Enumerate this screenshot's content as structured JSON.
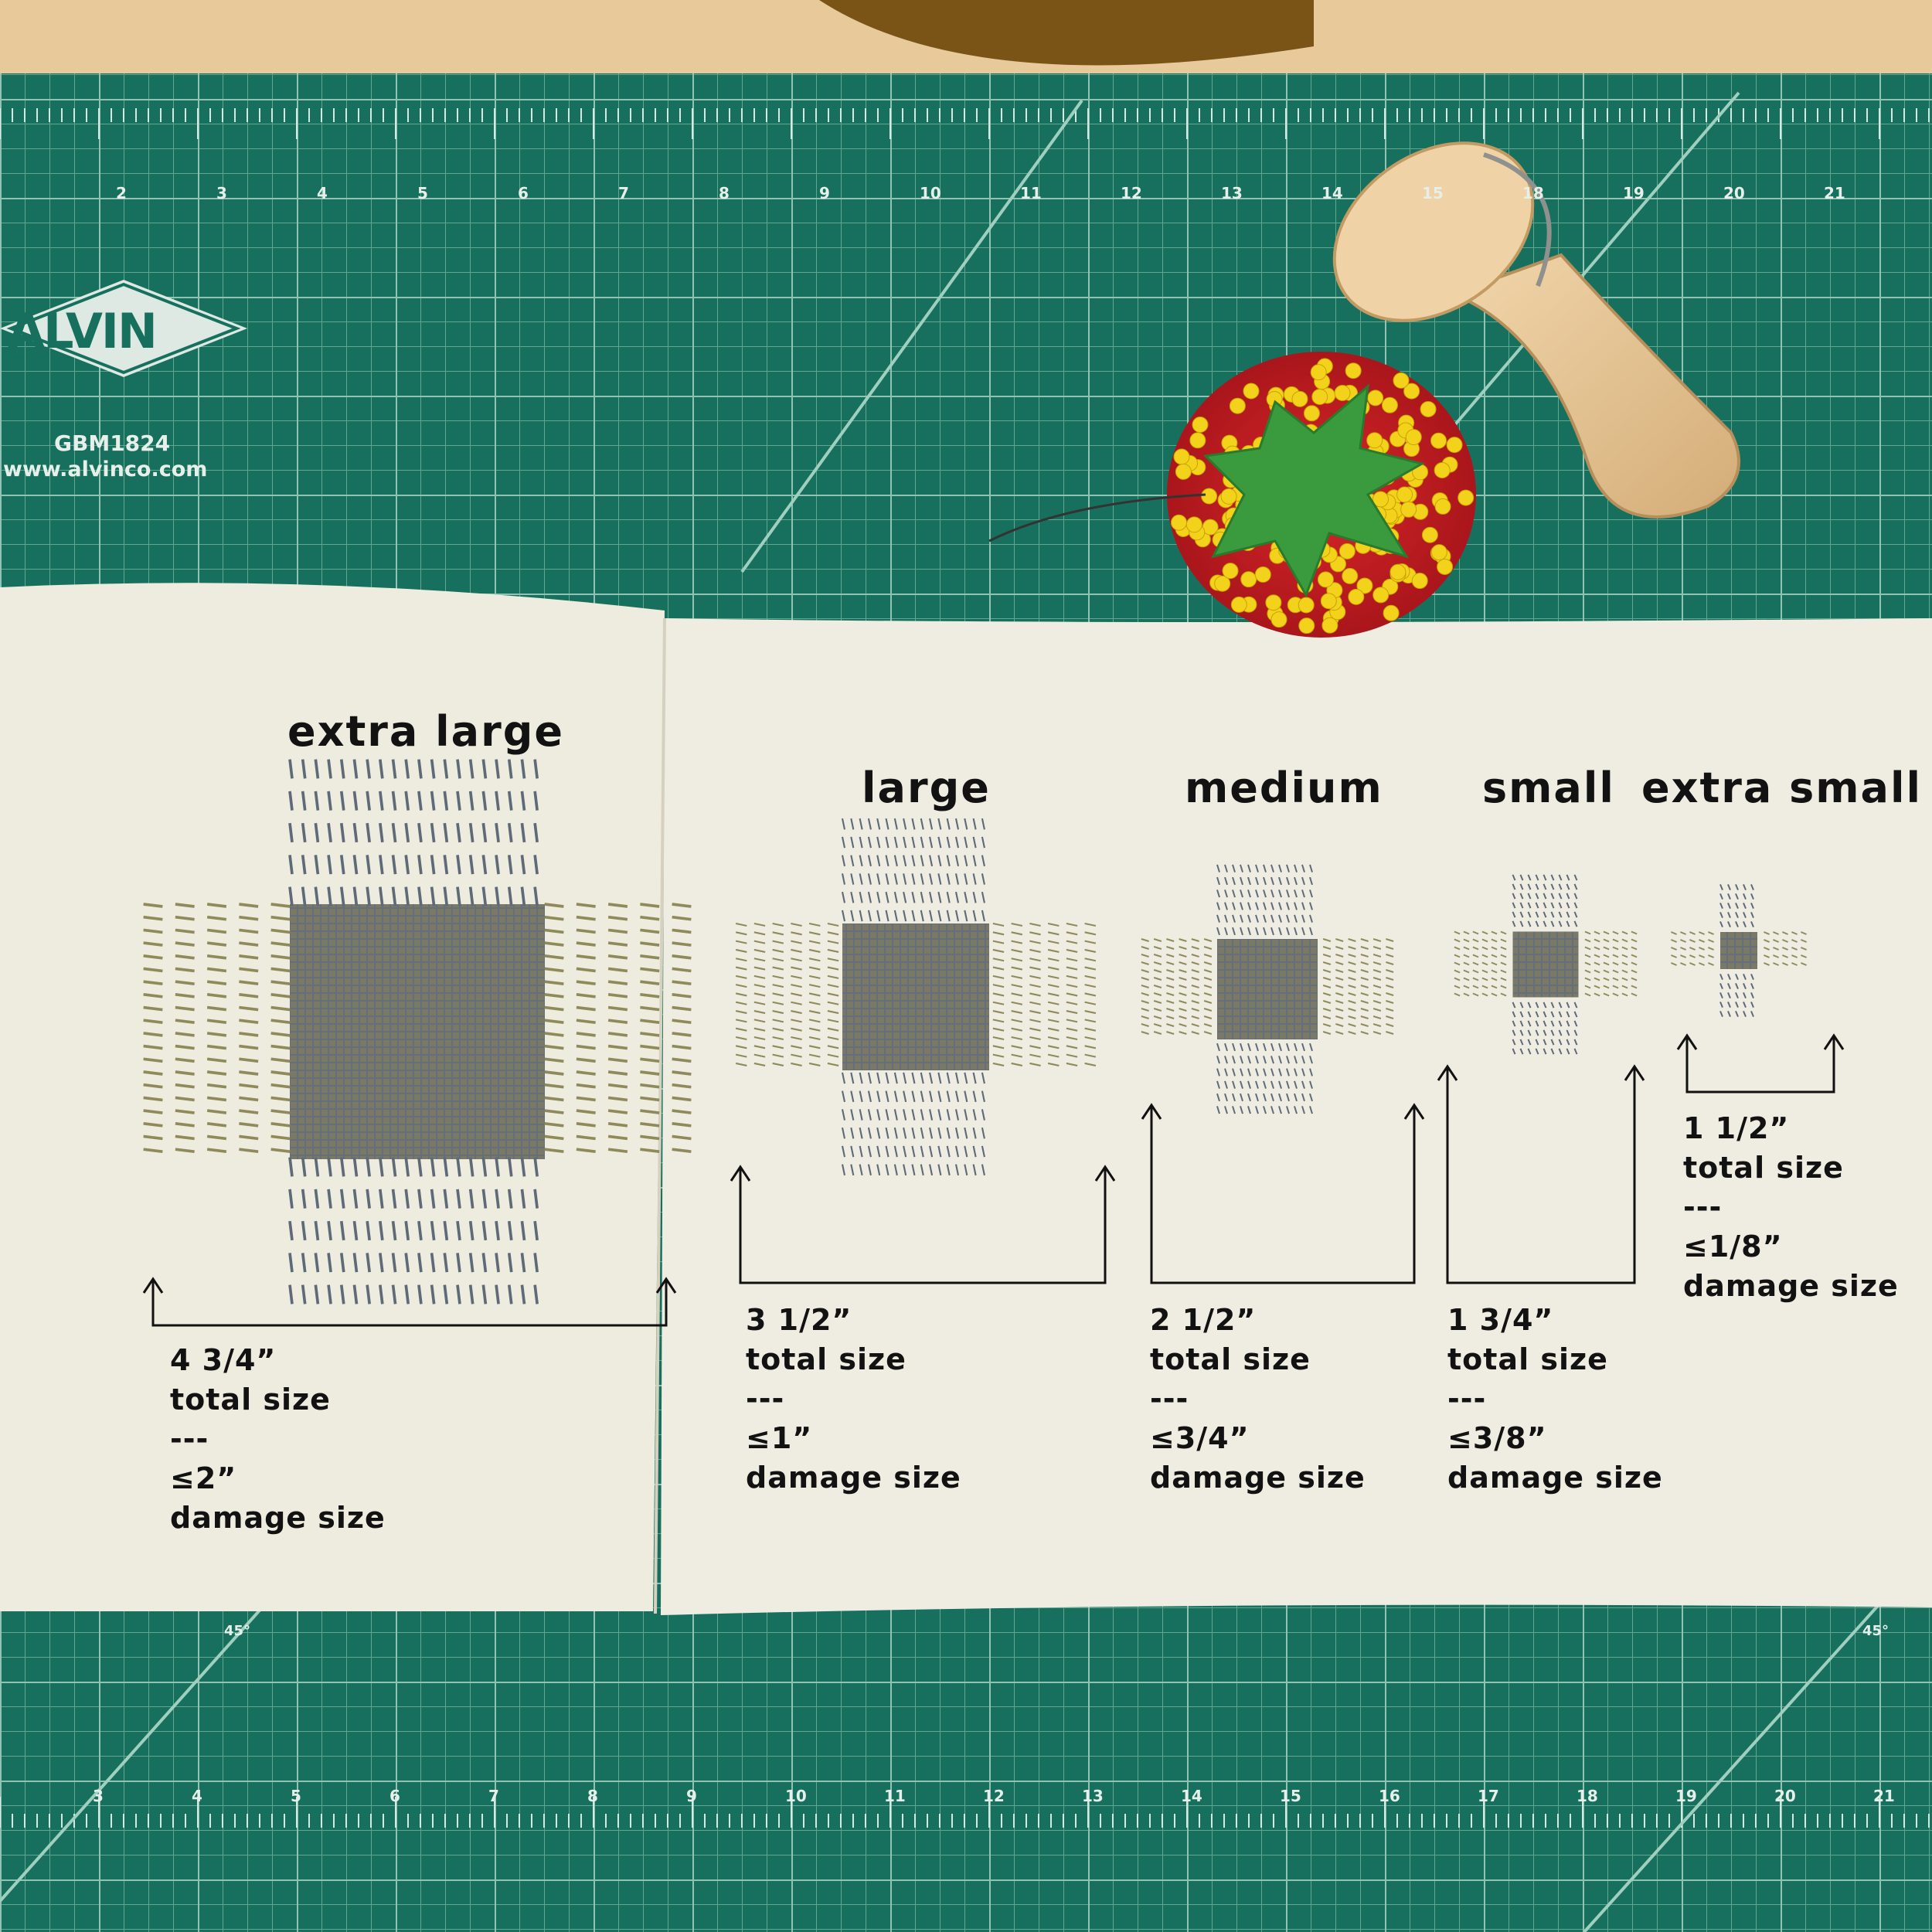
{
  "mat": {
    "brand": "ALVIN",
    "model": "GBM1824",
    "website": "www.alvinco.com",
    "top_ruler_numbers": [
      "2",
      "3",
      "4",
      "5",
      "6",
      "7",
      "8",
      "9",
      "10",
      "11",
      "12",
      "13",
      "14",
      "15",
      "18",
      "19",
      "20",
      "21"
    ],
    "bottom_ruler_numbers": [
      "3",
      "4",
      "5",
      "6",
      "7",
      "8",
      "9",
      "10",
      "11",
      "12",
      "13",
      "14",
      "15",
      "16",
      "17",
      "18",
      "19",
      "20",
      "21"
    ],
    "angle_mark": "45°",
    "colors": {
      "mat": "#17705e",
      "grid": "#7fb6a3",
      "table": "#e8c99a"
    }
  },
  "objects": {
    "pincushion": "tomato-pincushion-icon",
    "darning_mushroom": "darning-mushroom-icon"
  },
  "samples": [
    {
      "title": "extra large",
      "total": "4 3/4”",
      "total_label": "total size",
      "sep": "---",
      "damage": "≤2”",
      "damage_label": "damage size"
    },
    {
      "title": "large",
      "total": "3 1/2”",
      "total_label": "total size",
      "sep": "---",
      "damage": "≤1”",
      "damage_label": "damage size"
    },
    {
      "title": "medium",
      "total": "2 1/2”",
      "total_label": "total size",
      "sep": "---",
      "damage": "≤3/4”",
      "damage_label": "damage size"
    },
    {
      "title": "small",
      "total": "1 3/4”",
      "total_label": "total size",
      "sep": "---",
      "damage": "≤3/8”",
      "damage_label": "damage size"
    },
    {
      "title": "extra small",
      "total": "1 1/2”",
      "total_label": "total size",
      "sep": "---",
      "damage": "≤1/8”",
      "damage_label": "damage size"
    }
  ],
  "colors": {
    "fabric": "#efece0",
    "woven_patch": "#787664",
    "stitch_gray": "#5f6a78",
    "stitch_olive": "#8f8a5a",
    "ink": "#121212"
  }
}
